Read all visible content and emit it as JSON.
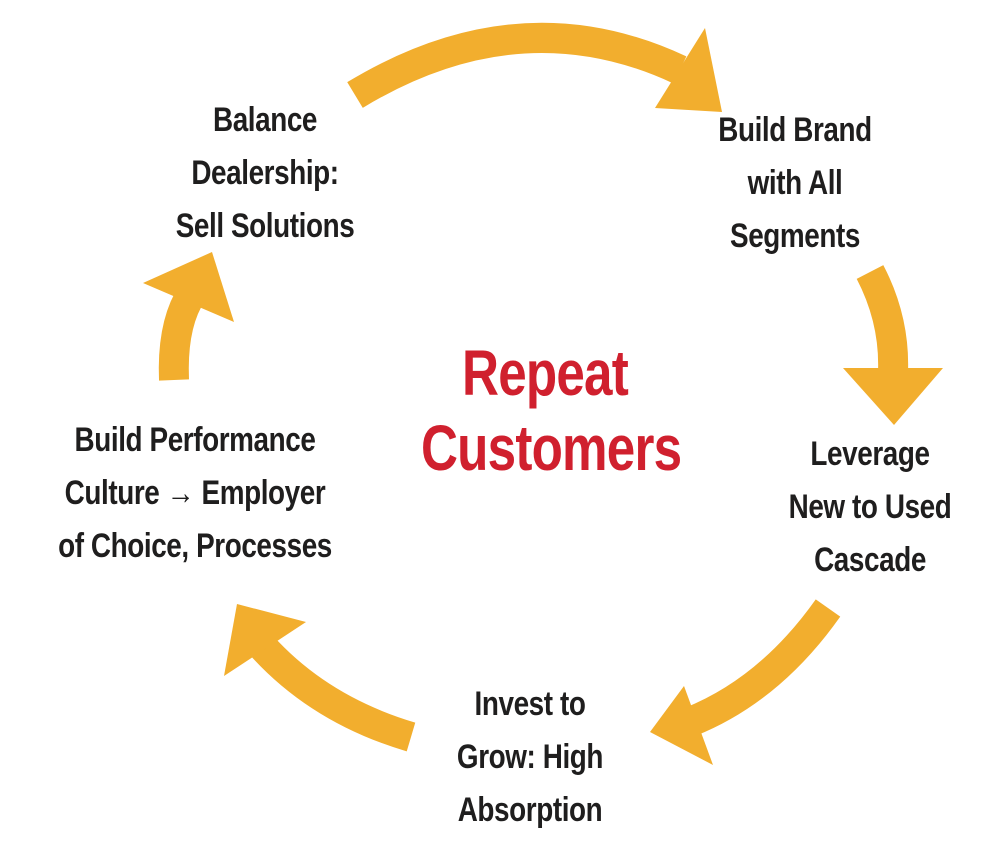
{
  "diagram": {
    "type": "cycle",
    "colors": {
      "arrow": "#f2ae2e",
      "center_text": "#d0202e",
      "step_text": "#1f1e1e",
      "background": "#ffffff"
    },
    "center": {
      "lines": [
        "Repeat",
        "Customers"
      ]
    },
    "steps": [
      {
        "id": "build-brand",
        "lines": [
          "Build Brand",
          "with All",
          "Segments"
        ]
      },
      {
        "id": "leverage-cascade",
        "lines": [
          "Leverage",
          "New to Used",
          "Cascade"
        ]
      },
      {
        "id": "invest-to-grow",
        "lines": [
          "Invest to",
          "Grow: High",
          "Absorption"
        ]
      },
      {
        "id": "build-performance-culture",
        "lines": [
          "Build Performance",
          "Culture → Employer",
          "of Choice, Processes"
        ]
      },
      {
        "id": "balance-dealership",
        "lines": [
          "Balance",
          "Dealership:",
          "Sell Solutions"
        ]
      }
    ],
    "arrows": [
      {
        "from": "balance-dealership",
        "to": "build-brand",
        "direction": "clockwise"
      },
      {
        "from": "build-brand",
        "to": "leverage-cascade",
        "direction": "clockwise"
      },
      {
        "from": "leverage-cascade",
        "to": "invest-to-grow",
        "direction": "clockwise"
      },
      {
        "from": "invest-to-grow",
        "to": "build-performance-culture",
        "direction": "clockwise"
      },
      {
        "from": "build-performance-culture",
        "to": "balance-dealership",
        "direction": "clockwise"
      }
    ]
  }
}
